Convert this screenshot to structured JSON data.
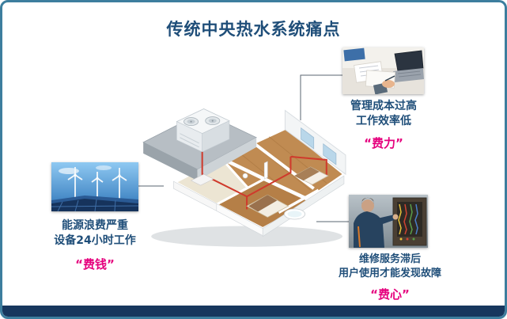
{
  "slide": {
    "title": "传统中央热水系统痛点"
  },
  "callouts": {
    "energy": {
      "line1": "能源浪费严重",
      "line2": "设备24小时工作",
      "tag": "“费钱”",
      "photo": "solar-panels-and-wind-turbines"
    },
    "management": {
      "line1": "管理成本过高",
      "line2": "工作效率低",
      "tag": "“费力”",
      "photo": "office-desk-paperwork-and-laptop"
    },
    "repair": {
      "line1": "维修服务滞后",
      "line2": "用户使用才能发现故障",
      "tag": "“费心”",
      "photo": "technician-repairing-electrical-panel"
    }
  },
  "center_illustration": "3d-cutaway-house-with-rooftop-heat-pump-and-red-piping",
  "colors": {
    "frame_border": "#3d7e9e",
    "title_text": "#1f4e79",
    "body_text": "#1f4e79",
    "pain_tag": "#e5007d",
    "footer_bar": "#17375e"
  }
}
